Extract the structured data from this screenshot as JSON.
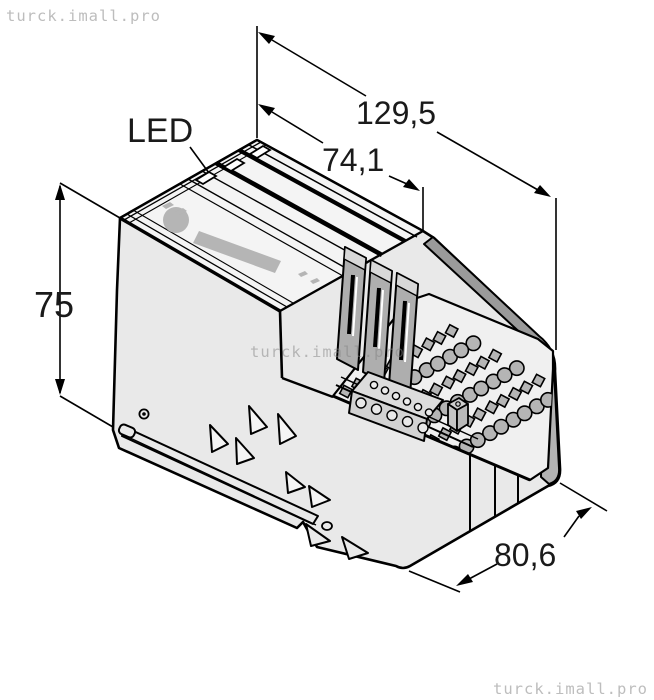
{
  "page": {
    "background": "#ffffff"
  },
  "watermark": {
    "text": "turck.imall.pro",
    "color": "#bdbdbd",
    "color_faint": "rgba(130,130,130,0.5)"
  },
  "drawing": {
    "label_led": "LED",
    "dim_total_length": "129,5",
    "dim_module_length": "74,1",
    "dim_height": "75",
    "dim_depth": "80,6",
    "colors": {
      "outline": "#000000",
      "body": "#e9e9e9",
      "top": "#f4f4f4",
      "panel": "#f6f6f6",
      "accent": "#b5b5b5",
      "dark_band": "#9a9a9a",
      "side_face": "#b3b3b3",
      "slice_front": "#aeaeae",
      "text": "#1a1a1a"
    }
  }
}
